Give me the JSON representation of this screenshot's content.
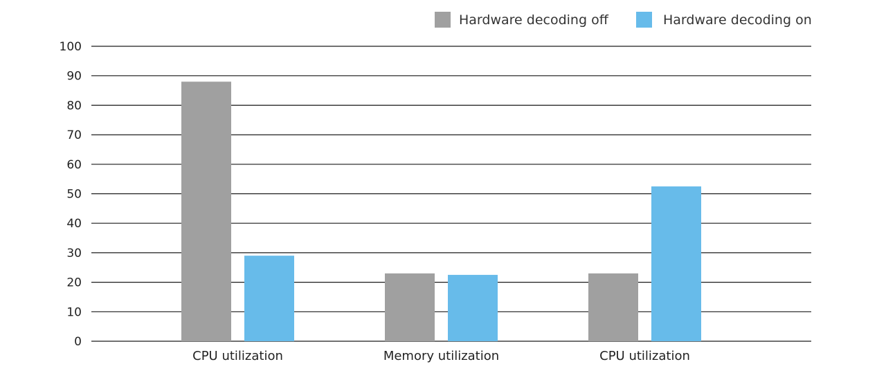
{
  "chart_data": {
    "type": "bar",
    "categories": [
      "CPU utilization",
      "Memory utilization",
      "CPU utilization"
    ],
    "series": [
      {
        "name": "Hardware decoding off",
        "values": [
          88,
          23,
          23
        ],
        "color": "#a0a0a0"
      },
      {
        "name": "Hardware decoding on",
        "values": [
          29,
          22.5,
          52.5
        ],
        "color": "#67bbea"
      }
    ],
    "ylim": [
      0,
      100
    ],
    "yticks": [
      0,
      10,
      20,
      30,
      40,
      50,
      60,
      70,
      80,
      90,
      100
    ],
    "grid": true,
    "legend": "top-right"
  }
}
